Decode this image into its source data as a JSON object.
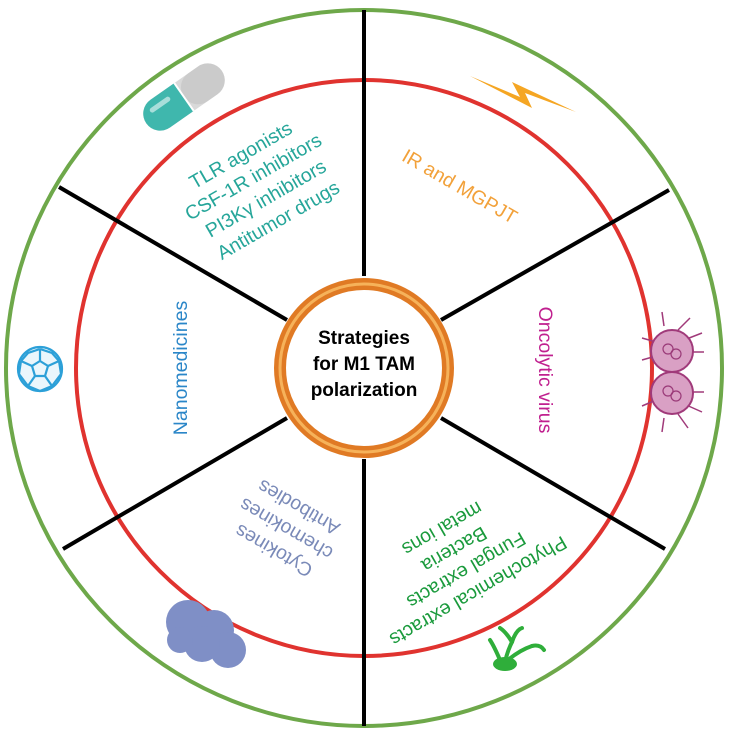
{
  "center": {
    "lines": [
      "Strategies",
      "for M1 TAM",
      "polarization"
    ]
  },
  "segments": {
    "drugs": {
      "lines": [
        "TLR agonists",
        "CSF-1R inhibitors",
        "PI3Kγ inhibitors",
        "Antitumor drugs"
      ],
      "color": "#26a69a",
      "icon": "capsule-icon"
    },
    "ir": {
      "lines": [
        "IR and MGPJT"
      ],
      "color": "#f2a13a",
      "icon": "lightning-icon"
    },
    "virus": {
      "lines": [
        "Oncolytic virus"
      ],
      "color": "#c0208f",
      "icon": "virus-cells-icon"
    },
    "natural": {
      "lines": [
        "Phytochemical extracts",
        "Fungal extracts",
        "Bacteria",
        "metal ions"
      ],
      "color": "#1a9a3c",
      "icon": "fungus-icon"
    },
    "immune": {
      "lines": [
        "Cytokines",
        "chemokines",
        "Antibodies"
      ],
      "color": "#7a8ab8",
      "icon": "protein-blob-icon"
    },
    "nano": {
      "lines": [
        "Nanomedicines"
      ],
      "color": "#2a86c8",
      "icon": "fullerene-icon"
    }
  },
  "colors": {
    "outer_ring": "#6ea84a",
    "inner_ring": "#e0332f",
    "center_ring": "#e07a24",
    "spokes": "#000000"
  }
}
